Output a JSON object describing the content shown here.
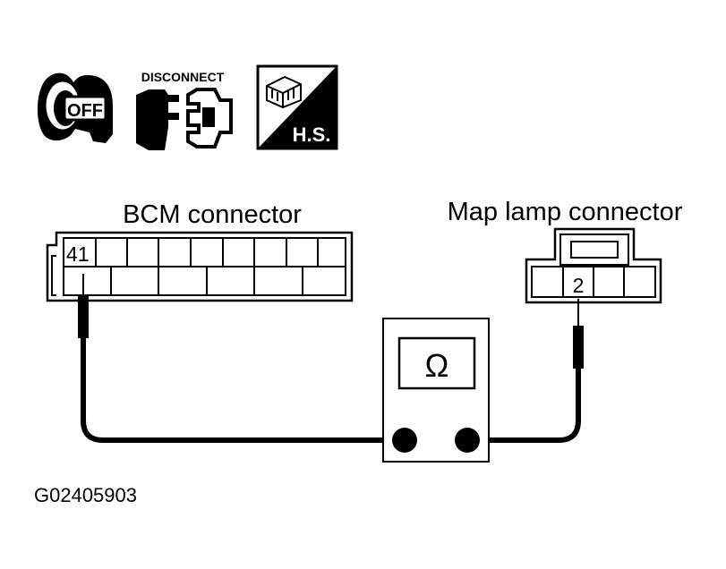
{
  "icons": {
    "ignition_label": "OFF",
    "disconnect_label": "DISCONNECT",
    "harness_side_label": "H.S."
  },
  "bcm_connector": {
    "title": "BCM connector",
    "pin": "41"
  },
  "map_lamp_connector": {
    "title": "Map lamp connector",
    "pin": "2"
  },
  "meter": {
    "symbol": "Ω"
  },
  "figure_code": "G02405903"
}
